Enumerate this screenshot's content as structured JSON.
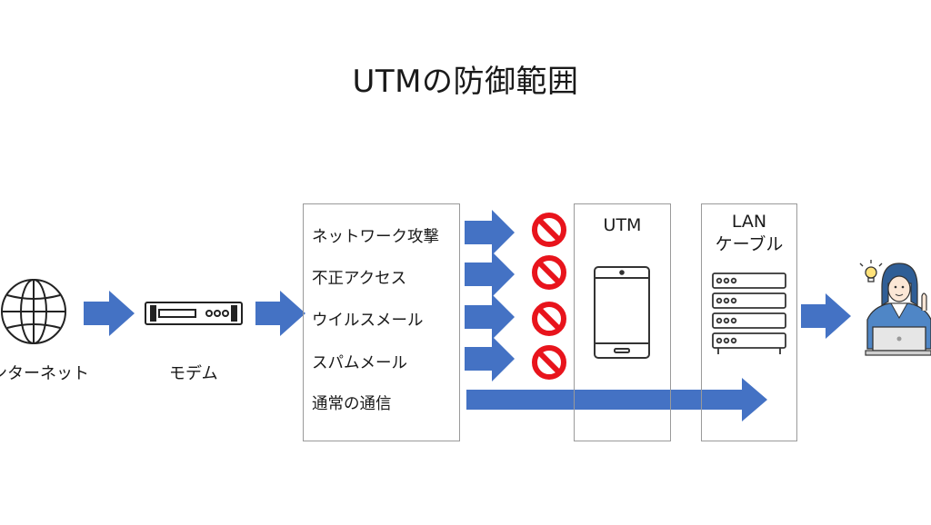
{
  "title": "UTMの防御範囲",
  "nodes": {
    "internet": "インターネット",
    "modem": "モデム"
  },
  "threats": [
    {
      "label": "ネットワーク攻撃",
      "blocked": true
    },
    {
      "label": "不正アクセス",
      "blocked": true
    },
    {
      "label": "ウイルスメール",
      "blocked": true
    },
    {
      "label": "スパムメール",
      "blocked": true
    },
    {
      "label": "通常の通信",
      "blocked": false
    }
  ],
  "boxes": {
    "utm": "UTM",
    "lan_line1": "LAN",
    "lan_line2": "ケーブル"
  },
  "icons": {
    "internet": "globe-icon",
    "modem": "modem-icon",
    "blocked": "prohibited-icon",
    "utm": "tablet-device-icon",
    "lan": "server-rack-icon",
    "user": "office-worker-laptop-icon"
  },
  "colors": {
    "arrow": "#4472C4",
    "prohibit": "#E8141C",
    "box_border": "#9A9A9A"
  }
}
